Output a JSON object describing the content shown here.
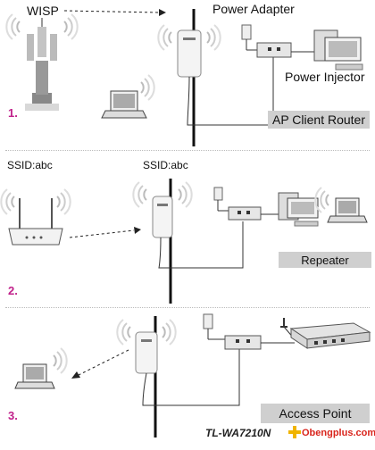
{
  "scene1": {
    "wisp_label": "WISP",
    "power_adapter_label": "Power Adapter",
    "power_injector_label": "Power Injector",
    "number": "1.",
    "mode_title": "AP Client Router"
  },
  "scene2": {
    "ssid_left": "SSID:abc",
    "ssid_right": "SSID:abc",
    "number": "2.",
    "mode_title": "Repeater"
  },
  "scene3": {
    "number": "3.",
    "mode_title": "Access Point"
  },
  "footer": {
    "model": "TL-WA7210N",
    "site": "Obengplus.com"
  },
  "colors": {
    "number": "#c0208a",
    "banner": "#cfcfcf",
    "brand_red": "#d9241c",
    "brand_yellow": "#f0b400"
  }
}
